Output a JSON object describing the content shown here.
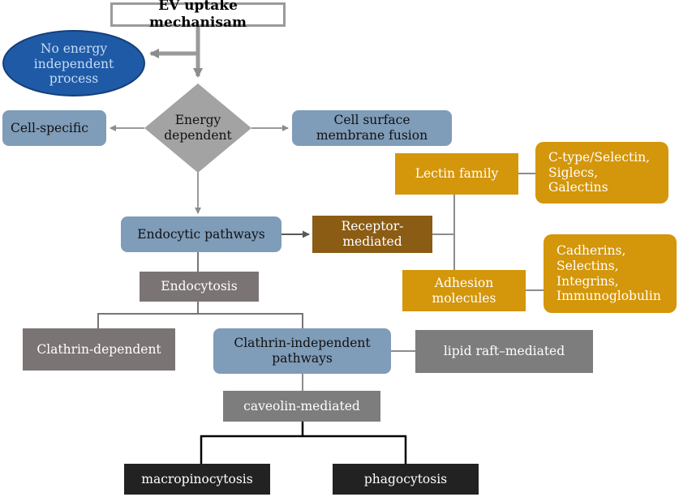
{
  "diagram": {
    "title": "EV uptake mechanisam",
    "no_energy": [
      "No energy",
      "independent",
      "process"
    ],
    "energy_dependent": [
      "Energy",
      "dependent"
    ],
    "cell_specific": "Cell-specific",
    "cell_surface_fusion": [
      "Cell surface",
      "membrane fusion"
    ],
    "endocytic_pathways": "Endocytic pathways",
    "receptor_mediated": [
      "Receptor-",
      "mediated"
    ],
    "lectin_family": "Lectin family",
    "lectin_members": [
      "C-type/Selectin,",
      "Siglecs,",
      "Galectins"
    ],
    "adhesion_molecules": [
      "Adhesion",
      "molecules"
    ],
    "adhesion_members": [
      "Cadherins,",
      "Selectins,",
      "Integrins,",
      "Immunoglobulin"
    ],
    "endocytosis": "Endocytosis",
    "clathrin_dependent": "Clathrin-dependent",
    "clathrin_independent": [
      "Clathrin-independent",
      "pathways"
    ],
    "lipid_raft": "lipid raft–mediated",
    "caveolin_mediated": "caveolin-mediated",
    "macropinocytosis": "macropinocytosis",
    "phagocytosis": "phagocytosis"
  },
  "colors": {
    "blue_box": "#7f9cb8",
    "gold_box": "#d4960a",
    "brown_box": "#8a5c14",
    "dark_gray_box": "#7b7474",
    "gray_box": "#7d7d7d",
    "black_box": "#222222",
    "oval_fill": "#1f5aa6",
    "diamond_fill": "#a3a3a3",
    "arrow_gray": "#9a9a9a"
  }
}
